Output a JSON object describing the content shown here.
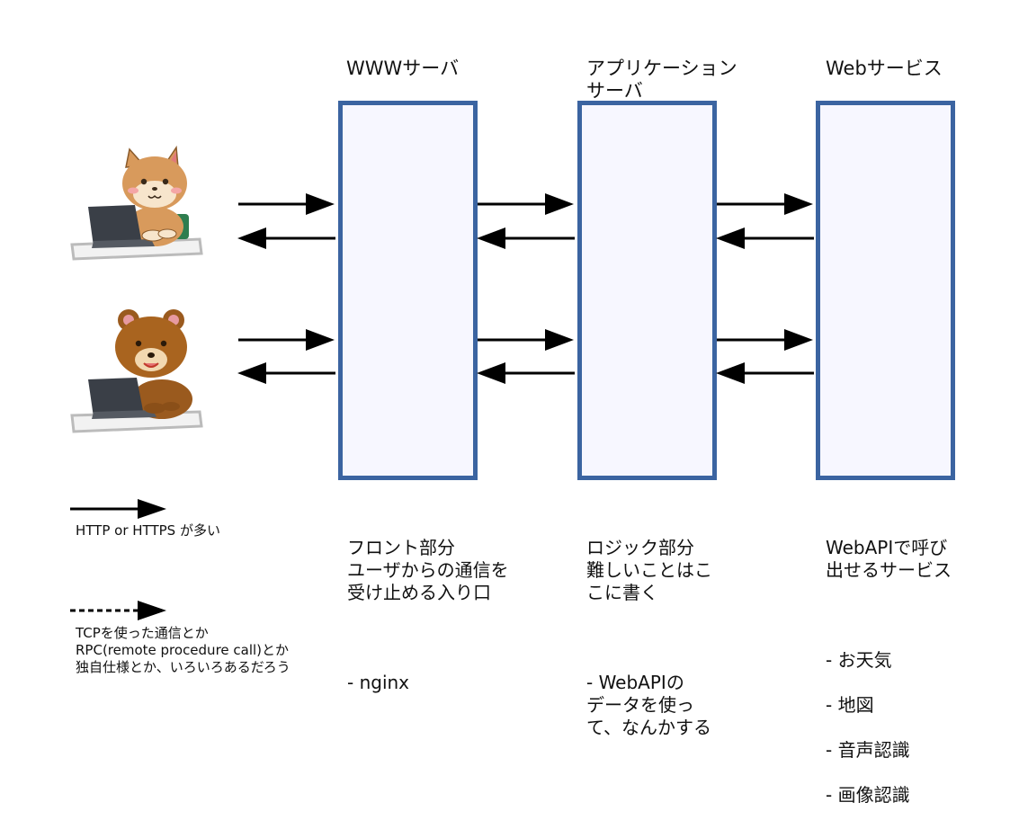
{
  "servers": [
    {
      "title": "WWWサーバ",
      "description": "フロント部分\nユーザからの通信を\n受け止める入り口",
      "bullets": [
        "- nginx"
      ]
    },
    {
      "title": "アプリケーション\nサーバ",
      "description": "ロジック部分\n難しいことはこ\nこに書く",
      "bullets": [
        "- WebAPIの\nデータを使っ\nて、なんかする"
      ]
    },
    {
      "title": "Webサービス",
      "description": "WebAPIで呼び\n出せるサービス",
      "bullets": [
        "- お天気",
        "- 地図",
        "- 音声認識",
        "- 画像認識"
      ]
    }
  ],
  "legend": {
    "solid_label": "HTTP or HTTPS が多い",
    "dashed_label": "TCPを使った通信とか\nRPC(remote procedure call)とか\n独自仕様とか、いろいろあるだろう"
  },
  "users": [
    "shiba-dog-with-laptop",
    "bear-with-laptop"
  ],
  "colors": {
    "box_border": "#3b64a1",
    "box_fill": "#f7f7ff",
    "arrow": "#000000"
  }
}
